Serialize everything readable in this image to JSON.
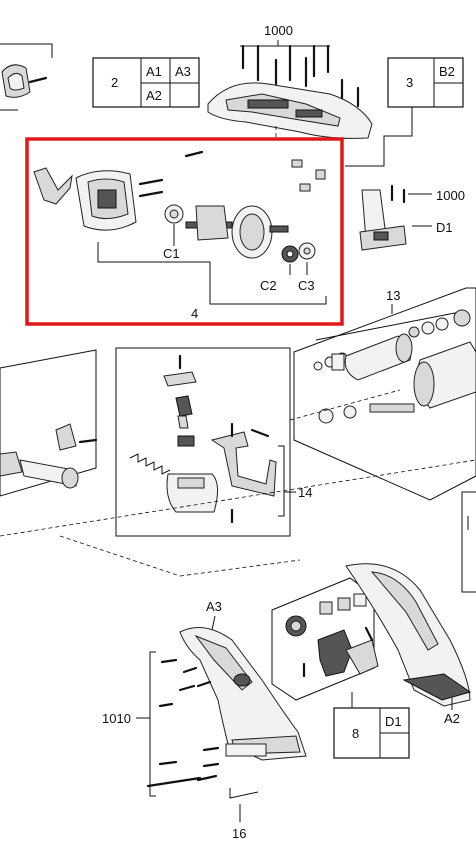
{
  "labels": {
    "top_1000": "1000",
    "right_1000": "1000",
    "label_4": "4",
    "label_13": "13",
    "label_14": "14",
    "label_16": "16",
    "label_1010": "1010",
    "c1": "C1",
    "c2": "C2",
    "c3": "C3",
    "d1_right": "D1",
    "a3_bottom": "A3",
    "a2_bottom": "A2"
  },
  "box_2": {
    "num": "2",
    "cells": [
      "A1",
      "A3",
      "A2",
      ""
    ]
  },
  "box_3": {
    "num": "3",
    "cells": [
      "B2",
      ""
    ]
  },
  "box_8": {
    "num": "8",
    "cells": [
      "D1",
      ""
    ]
  },
  "highlight_color": "#e01818"
}
